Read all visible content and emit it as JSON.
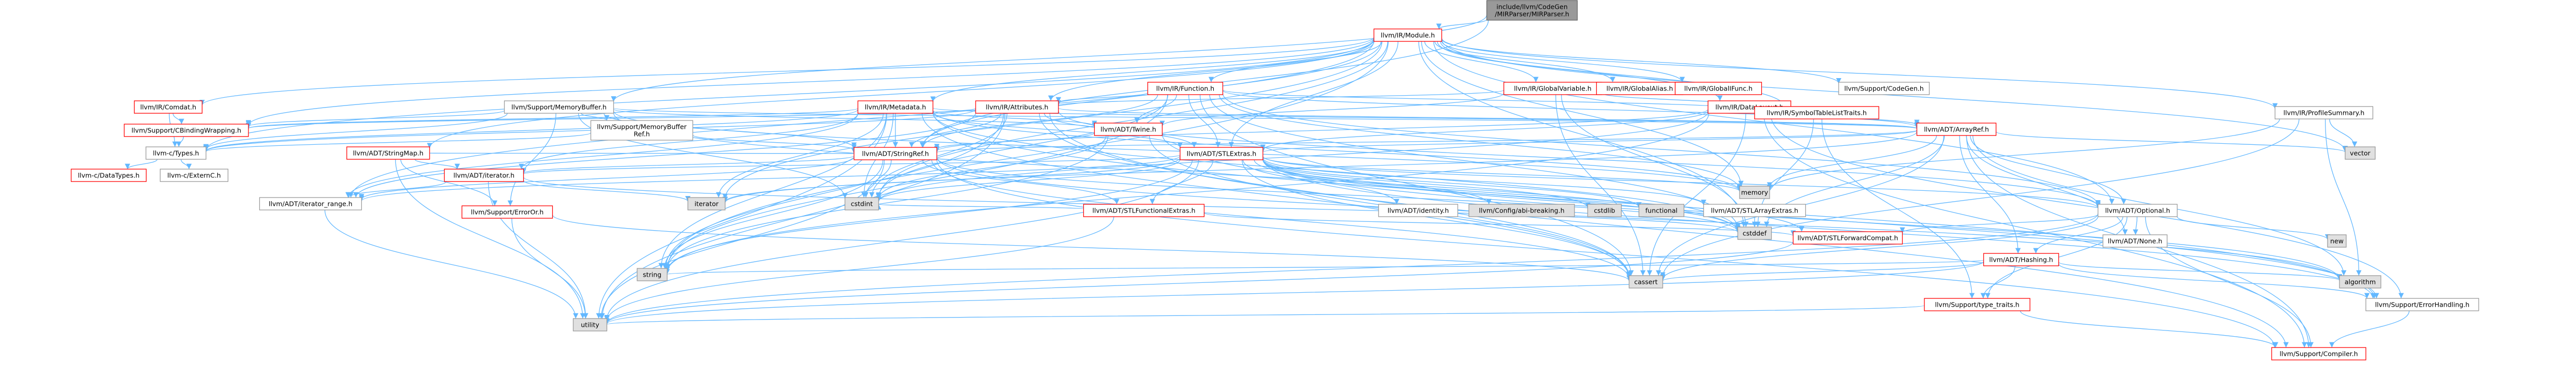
{
  "colors": {
    "root_fill": "#999999",
    "root_stroke": "#666666",
    "linked_fill": "#ffffff",
    "linked_stroke": "#ff0000",
    "header_stroke": "#999999",
    "std_fill": "#e0e0e0",
    "std_stroke": "#999999",
    "edge": "#63b8ff"
  },
  "nodes": [
    {
      "id": "root",
      "lines": [
        "include/llvm/CodeGen",
        "/MIRParser/MIRParser.h"
      ],
      "kind": "root"
    },
    {
      "id": "module",
      "lines": [
        "llvm/IR/Module.h"
      ],
      "kind": "linked"
    },
    {
      "id": "codegen",
      "lines": [
        "llvm/Support/CodeGen.h"
      ],
      "kind": "header"
    },
    {
      "id": "function",
      "lines": [
        "llvm/IR/Function.h"
      ],
      "kind": "linked"
    },
    {
      "id": "globalvar",
      "lines": [
        "llvm/IR/GlobalVariable.h"
      ],
      "kind": "linked"
    },
    {
      "id": "globalalias",
      "lines": [
        "llvm/IR/GlobalAlias.h"
      ],
      "kind": "linked"
    },
    {
      "id": "globalifunc",
      "lines": [
        "llvm/IR/GlobalIFunc.h"
      ],
      "kind": "linked"
    },
    {
      "id": "comdat",
      "lines": [
        "llvm/IR/Comdat.h"
      ],
      "kind": "linked"
    },
    {
      "id": "memorybuffer",
      "lines": [
        "llvm/Support/MemoryBuffer.h"
      ],
      "kind": "header"
    },
    {
      "id": "metadata",
      "lines": [
        "llvm/IR/Metadata.h"
      ],
      "kind": "linked"
    },
    {
      "id": "attributes",
      "lines": [
        "llvm/IR/Attributes.h"
      ],
      "kind": "linked"
    },
    {
      "id": "datalayout",
      "lines": [
        "llvm/IR/DataLayout.h"
      ],
      "kind": "linked"
    },
    {
      "id": "symboltable",
      "lines": [
        "llvm/IR/SymbolTableListTraits.h"
      ],
      "kind": "linked"
    },
    {
      "id": "profilesummary",
      "lines": [
        "llvm/IR/ProfileSummary.h"
      ],
      "kind": "header"
    },
    {
      "id": "cstringwrap",
      "lines": [
        "llvm/Support/CBindingWrapping.h"
      ],
      "kind": "linked"
    },
    {
      "id": "mbref",
      "lines": [
        "llvm/Support/MemoryBuffer",
        "Ref.h"
      ],
      "kind": "header"
    },
    {
      "id": "twine",
      "lines": [
        "llvm/ADT/Twine.h"
      ],
      "kind": "linked"
    },
    {
      "id": "arrayref",
      "lines": [
        "llvm/ADT/ArrayRef.h"
      ],
      "kind": "linked"
    },
    {
      "id": "ctypes",
      "lines": [
        "llvm-c/Types.h"
      ],
      "kind": "header"
    },
    {
      "id": "stringmap",
      "lines": [
        "llvm/ADT/StringMap.h"
      ],
      "kind": "linked"
    },
    {
      "id": "stringref",
      "lines": [
        "llvm/ADT/StringRef.h"
      ],
      "kind": "linked"
    },
    {
      "id": "stlextras",
      "lines": [
        "llvm/ADT/STLExtras.h"
      ],
      "kind": "linked"
    },
    {
      "id": "vector",
      "lines": [
        "vector"
      ],
      "kind": "std"
    },
    {
      "id": "datatypes",
      "lines": [
        "llvm-c/DataTypes.h"
      ],
      "kind": "linked"
    },
    {
      "id": "externc",
      "lines": [
        "llvm-c/ExternC.h"
      ],
      "kind": "header"
    },
    {
      "id": "iterator",
      "lines": [
        "llvm/ADT/iterator.h"
      ],
      "kind": "linked"
    },
    {
      "id": "itrange",
      "lines": [
        "llvm/ADT/iterator_range.h"
      ],
      "kind": "header"
    },
    {
      "id": "errorors",
      "lines": [
        "llvm/Support/ErrorOr.h"
      ],
      "kind": "linked"
    },
    {
      "id": "stlfunc",
      "lines": [
        "llvm/ADT/STLFunctionalExtras.h"
      ],
      "kind": "linked"
    },
    {
      "id": "identity",
      "lines": [
        "llvm/ADT/identity.h"
      ],
      "kind": "header"
    },
    {
      "id": "configabi",
      "lines": [
        "llvm/Config/abi-breaking.h"
      ],
      "kind": "std"
    },
    {
      "id": "cstdlib",
      "lines": [
        "cstdlib"
      ],
      "kind": "std"
    },
    {
      "id": "functional",
      "lines": [
        "functional"
      ],
      "kind": "std"
    },
    {
      "id": "stlarray",
      "lines": [
        "llvm/ADT/STLArrayExtras.h"
      ],
      "kind": "header"
    },
    {
      "id": "memory",
      "lines": [
        "memory"
      ],
      "kind": "std"
    },
    {
      "id": "optional",
      "lines": [
        "llvm/ADT/Optional.h"
      ],
      "kind": "header"
    },
    {
      "id": "iteratorstd",
      "lines": [
        "iterator"
      ],
      "kind": "std"
    },
    {
      "id": "cstdint",
      "lines": [
        "cstdint"
      ],
      "kind": "std"
    },
    {
      "id": "cstddef",
      "lines": [
        "cstddef"
      ],
      "kind": "std"
    },
    {
      "id": "stlforward",
      "lines": [
        "llvm/ADT/STLForwardCompat.h"
      ],
      "kind": "linked"
    },
    {
      "id": "none",
      "lines": [
        "llvm/ADT/None.h"
      ],
      "kind": "header"
    },
    {
      "id": "hashing",
      "lines": [
        "llvm/ADT/Hashing.h"
      ],
      "kind": "linked"
    },
    {
      "id": "new",
      "lines": [
        "new"
      ],
      "kind": "std"
    },
    {
      "id": "string",
      "lines": [
        "string"
      ],
      "kind": "std"
    },
    {
      "id": "cassert",
      "lines": [
        "cassert"
      ],
      "kind": "std"
    },
    {
      "id": "algorithm",
      "lines": [
        "algorithm"
      ],
      "kind": "std"
    },
    {
      "id": "typetraits",
      "lines": [
        "llvm/Support/type_traits.h"
      ],
      "kind": "linked"
    },
    {
      "id": "errorhandling",
      "lines": [
        "llvm/Support/ErrorHandling.h"
      ],
      "kind": "header"
    },
    {
      "id": "utility",
      "lines": [
        "utility"
      ],
      "kind": "std"
    },
    {
      "id": "compiler",
      "lines": [
        "llvm/Support/Compiler.h"
      ],
      "kind": "linked"
    }
  ],
  "edges": [
    [
      "root",
      "module"
    ],
    [
      "root",
      "memorybuffer"
    ],
    [
      "root",
      "stringref"
    ],
    [
      "module",
      "codegen"
    ],
    [
      "module",
      "function"
    ],
    [
      "module",
      "globalvar"
    ],
    [
      "module",
      "globalalias"
    ],
    [
      "module",
      "globalifunc"
    ],
    [
      "module",
      "comdat"
    ],
    [
      "module",
      "metadata"
    ],
    [
      "module",
      "attributes"
    ],
    [
      "module",
      "datalayout"
    ],
    [
      "module",
      "symboltable"
    ],
    [
      "module",
      "profilesummary"
    ],
    [
      "module",
      "ctypes"
    ],
    [
      "module",
      "stringref"
    ],
    [
      "module",
      "stringmap"
    ],
    [
      "module",
      "stlextras"
    ],
    [
      "module",
      "itrange"
    ],
    [
      "module",
      "optional"
    ],
    [
      "module",
      "cstddef"
    ],
    [
      "module",
      "cstdint"
    ],
    [
      "module",
      "iteratorstd"
    ],
    [
      "module",
      "memory"
    ],
    [
      "module",
      "string"
    ],
    [
      "module",
      "vector"
    ],
    [
      "module",
      "cstringwrap"
    ],
    [
      "function",
      "attributes"
    ],
    [
      "function",
      "symboltable"
    ],
    [
      "function",
      "twine"
    ],
    [
      "function",
      "stringref"
    ],
    [
      "function",
      "arrayref"
    ],
    [
      "function",
      "stlextras"
    ],
    [
      "function",
      "optional"
    ],
    [
      "function",
      "cassert"
    ],
    [
      "function",
      "cstddef"
    ],
    [
      "function",
      "cstdint"
    ],
    [
      "function",
      "memory"
    ],
    [
      "function",
      "string"
    ],
    [
      "globalvar",
      "attributes"
    ],
    [
      "globalvar",
      "twine"
    ],
    [
      "globalvar",
      "cassert"
    ],
    [
      "globalvar",
      "cstddef"
    ],
    [
      "globalvar",
      "symboltable"
    ],
    [
      "comdat",
      "cstringwrap"
    ],
    [
      "comdat",
      "ctypes"
    ],
    [
      "memorybuffer",
      "mbref"
    ],
    [
      "memorybuffer",
      "cstringwrap"
    ],
    [
      "memorybuffer",
      "ctypes"
    ],
    [
      "memorybuffer",
      "arrayref"
    ],
    [
      "memorybuffer",
      "stringref"
    ],
    [
      "memorybuffer",
      "twine"
    ],
    [
      "memorybuffer",
      "errorors"
    ],
    [
      "memorybuffer",
      "cstddef"
    ],
    [
      "memorybuffer",
      "cstdint"
    ],
    [
      "memorybuffer",
      "memory"
    ],
    [
      "metadata",
      "arrayref"
    ],
    [
      "metadata",
      "stringref"
    ],
    [
      "metadata",
      "stlextras"
    ],
    [
      "metadata",
      "twine"
    ],
    [
      "metadata",
      "iterator"
    ],
    [
      "metadata",
      "itrange"
    ],
    [
      "metadata",
      "cassert"
    ],
    [
      "metadata",
      "cstddef"
    ],
    [
      "metadata",
      "cstdint"
    ],
    [
      "metadata",
      "iteratorstd"
    ],
    [
      "metadata",
      "memory"
    ],
    [
      "metadata",
      "string"
    ],
    [
      "metadata",
      "utility"
    ],
    [
      "metadata",
      "ctypes"
    ],
    [
      "metadata",
      "cstringwrap"
    ],
    [
      "metadata",
      "errorhandling"
    ],
    [
      "attributes",
      "arrayref"
    ],
    [
      "attributes",
      "stringref"
    ],
    [
      "attributes",
      "optional"
    ],
    [
      "attributes",
      "cassert"
    ],
    [
      "attributes",
      "cstdint"
    ],
    [
      "attributes",
      "string"
    ],
    [
      "attributes",
      "utility"
    ],
    [
      "attributes",
      "itrange"
    ],
    [
      "attributes",
      "ctypes"
    ],
    [
      "attributes",
      "cstringwrap"
    ],
    [
      "attributes",
      "stlextras"
    ],
    [
      "attributes",
      "compiler"
    ],
    [
      "datalayout",
      "arrayref"
    ],
    [
      "datalayout",
      "stringref"
    ],
    [
      "datalayout",
      "stlextras"
    ],
    [
      "datalayout",
      "cassert"
    ],
    [
      "datalayout",
      "cstdint"
    ],
    [
      "datalayout",
      "string"
    ],
    [
      "datalayout",
      "errorhandling"
    ],
    [
      "datalayout",
      "compiler"
    ],
    [
      "symboltable",
      "cstddef"
    ],
    [
      "symboltable",
      "typetraits"
    ],
    [
      "profilesummary",
      "vector"
    ],
    [
      "profilesummary",
      "cassert"
    ],
    [
      "profilesummary",
      "memory"
    ],
    [
      "profilesummary",
      "algorithm"
    ],
    [
      "cstringwrap",
      "ctypes"
    ],
    [
      "mbref",
      "stringref"
    ],
    [
      "mbref",
      "ctypes"
    ],
    [
      "twine",
      "stringref"
    ],
    [
      "twine",
      "cassert"
    ],
    [
      "twine",
      "cstdint"
    ],
    [
      "twine",
      "string"
    ],
    [
      "twine",
      "errorhandling"
    ],
    [
      "arrayref",
      "stringref"
    ],
    [
      "arrayref",
      "stlextras"
    ],
    [
      "arrayref",
      "hashing"
    ],
    [
      "arrayref",
      "none"
    ],
    [
      "arrayref",
      "compiler"
    ],
    [
      "arrayref",
      "algorithm"
    ],
    [
      "arrayref",
      "cassert"
    ],
    [
      "arrayref",
      "cstddef"
    ],
    [
      "arrayref",
      "iteratorstd"
    ],
    [
      "arrayref",
      "memory"
    ],
    [
      "arrayref",
      "vector"
    ],
    [
      "arrayref",
      "optional"
    ],
    [
      "ctypes",
      "datatypes"
    ],
    [
      "ctypes",
      "externc"
    ],
    [
      "stringmap",
      "stringref"
    ],
    [
      "stringmap",
      "iterator"
    ],
    [
      "stringmap",
      "errorors"
    ],
    [
      "stringmap",
      "utility"
    ],
    [
      "stringref",
      "stlfunc"
    ],
    [
      "stringref",
      "iterator"
    ],
    [
      "stringref",
      "itrange"
    ],
    [
      "stringref",
      "compiler"
    ],
    [
      "stringref",
      "algorithm"
    ],
    [
      "stringref",
      "cassert"
    ],
    [
      "stringref",
      "cstddef"
    ],
    [
      "stringref",
      "cstring"
    ],
    [
      "stringref",
      "string"
    ],
    [
      "stringref",
      "utility"
    ],
    [
      "stringref",
      "cstdint"
    ],
    [
      "stlextras",
      "stlforward"
    ],
    [
      "stlextras",
      "stlarray"
    ],
    [
      "stlextras",
      "stlfunc"
    ],
    [
      "stlextras",
      "identity"
    ],
    [
      "stlextras",
      "iterator"
    ],
    [
      "stlextras",
      "itrange"
    ],
    [
      "stlextras",
      "configabi"
    ],
    [
      "stlextras",
      "errorhandling"
    ],
    [
      "stlextras",
      "algorithm"
    ],
    [
      "stlextras",
      "cassert"
    ],
    [
      "stlextras",
      "cstddef"
    ],
    [
      "stlextras",
      "cstdint"
    ],
    [
      "stlextras",
      "cstdlib"
    ],
    [
      "stlextras",
      "functional"
    ],
    [
      "stlextras",
      "iteratorstd"
    ],
    [
      "stlextras",
      "memory"
    ],
    [
      "stlextras",
      "utility"
    ],
    [
      "stlextras",
      "optional"
    ],
    [
      "stlextras",
      "string"
    ],
    [
      "iterator",
      "itrange"
    ],
    [
      "iterator",
      "iteratorstd"
    ],
    [
      "iterator",
      "cstddef"
    ],
    [
      "iterator",
      "utility"
    ],
    [
      "itrange",
      "utility"
    ],
    [
      "errorors",
      "cassert"
    ],
    [
      "errorors",
      "utility"
    ],
    [
      "stlfunc",
      "stlforward"
    ],
    [
      "stlfunc",
      "cstdint"
    ],
    [
      "stlfunc",
      "utility"
    ],
    [
      "stlarray",
      "cstddef"
    ],
    [
      "optional",
      "none"
    ],
    [
      "optional",
      "hashing"
    ],
    [
      "optional",
      "stlforward"
    ],
    [
      "optional",
      "typetraits"
    ],
    [
      "optional",
      "compiler"
    ],
    [
      "optional",
      "cassert"
    ],
    [
      "optional",
      "new"
    ],
    [
      "optional",
      "utility"
    ],
    [
      "stlforward",
      "utility"
    ],
    [
      "hashing",
      "errorhandling"
    ],
    [
      "hashing",
      "typetraits"
    ],
    [
      "hashing",
      "algorithm"
    ],
    [
      "hashing",
      "cassert"
    ],
    [
      "hashing",
      "string"
    ],
    [
      "hashing",
      "utility"
    ],
    [
      "typetraits",
      "compiler"
    ],
    [
      "typetraits",
      "utility"
    ],
    [
      "errorhandling",
      "compiler"
    ]
  ]
}
